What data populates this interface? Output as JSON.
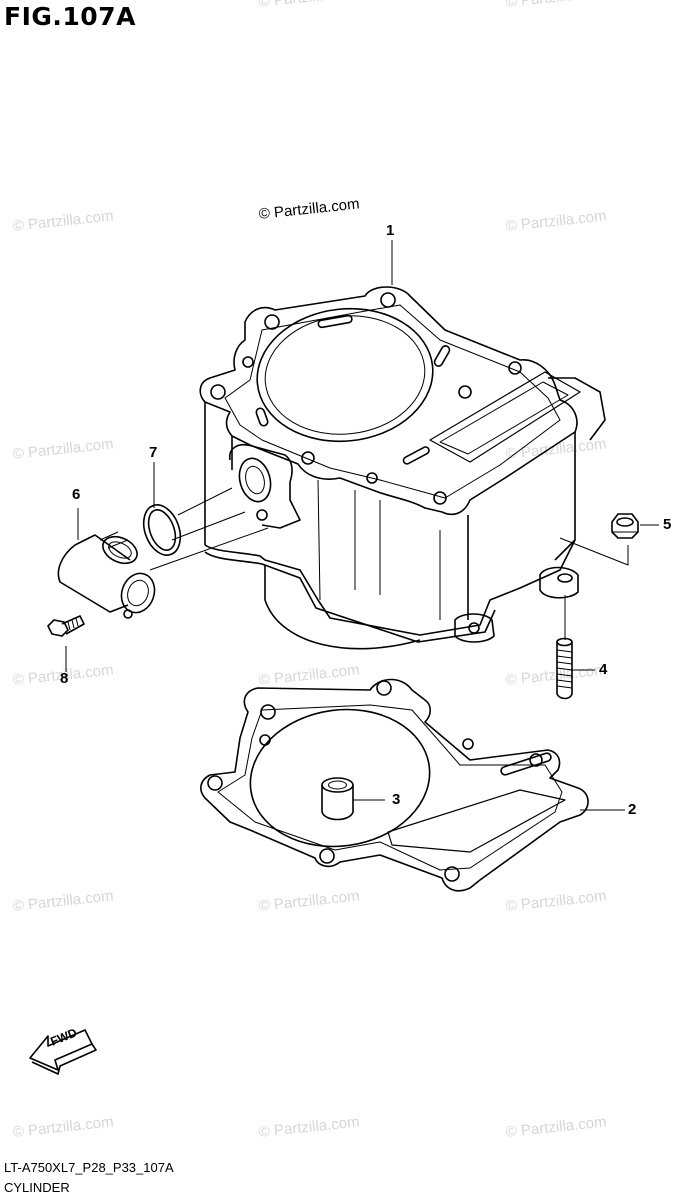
{
  "figure": {
    "title": "FIG.107A"
  },
  "copyright": "© Partzilla.com",
  "watermark_text": "© Partzilla.com",
  "callouts": [
    "1",
    "2",
    "3",
    "4",
    "5",
    "6",
    "7",
    "8"
  ],
  "fwd_label": "FWD",
  "footer": {
    "code": "LT-A750XL7_P28_P33_107A",
    "caption": "CYLINDER"
  }
}
